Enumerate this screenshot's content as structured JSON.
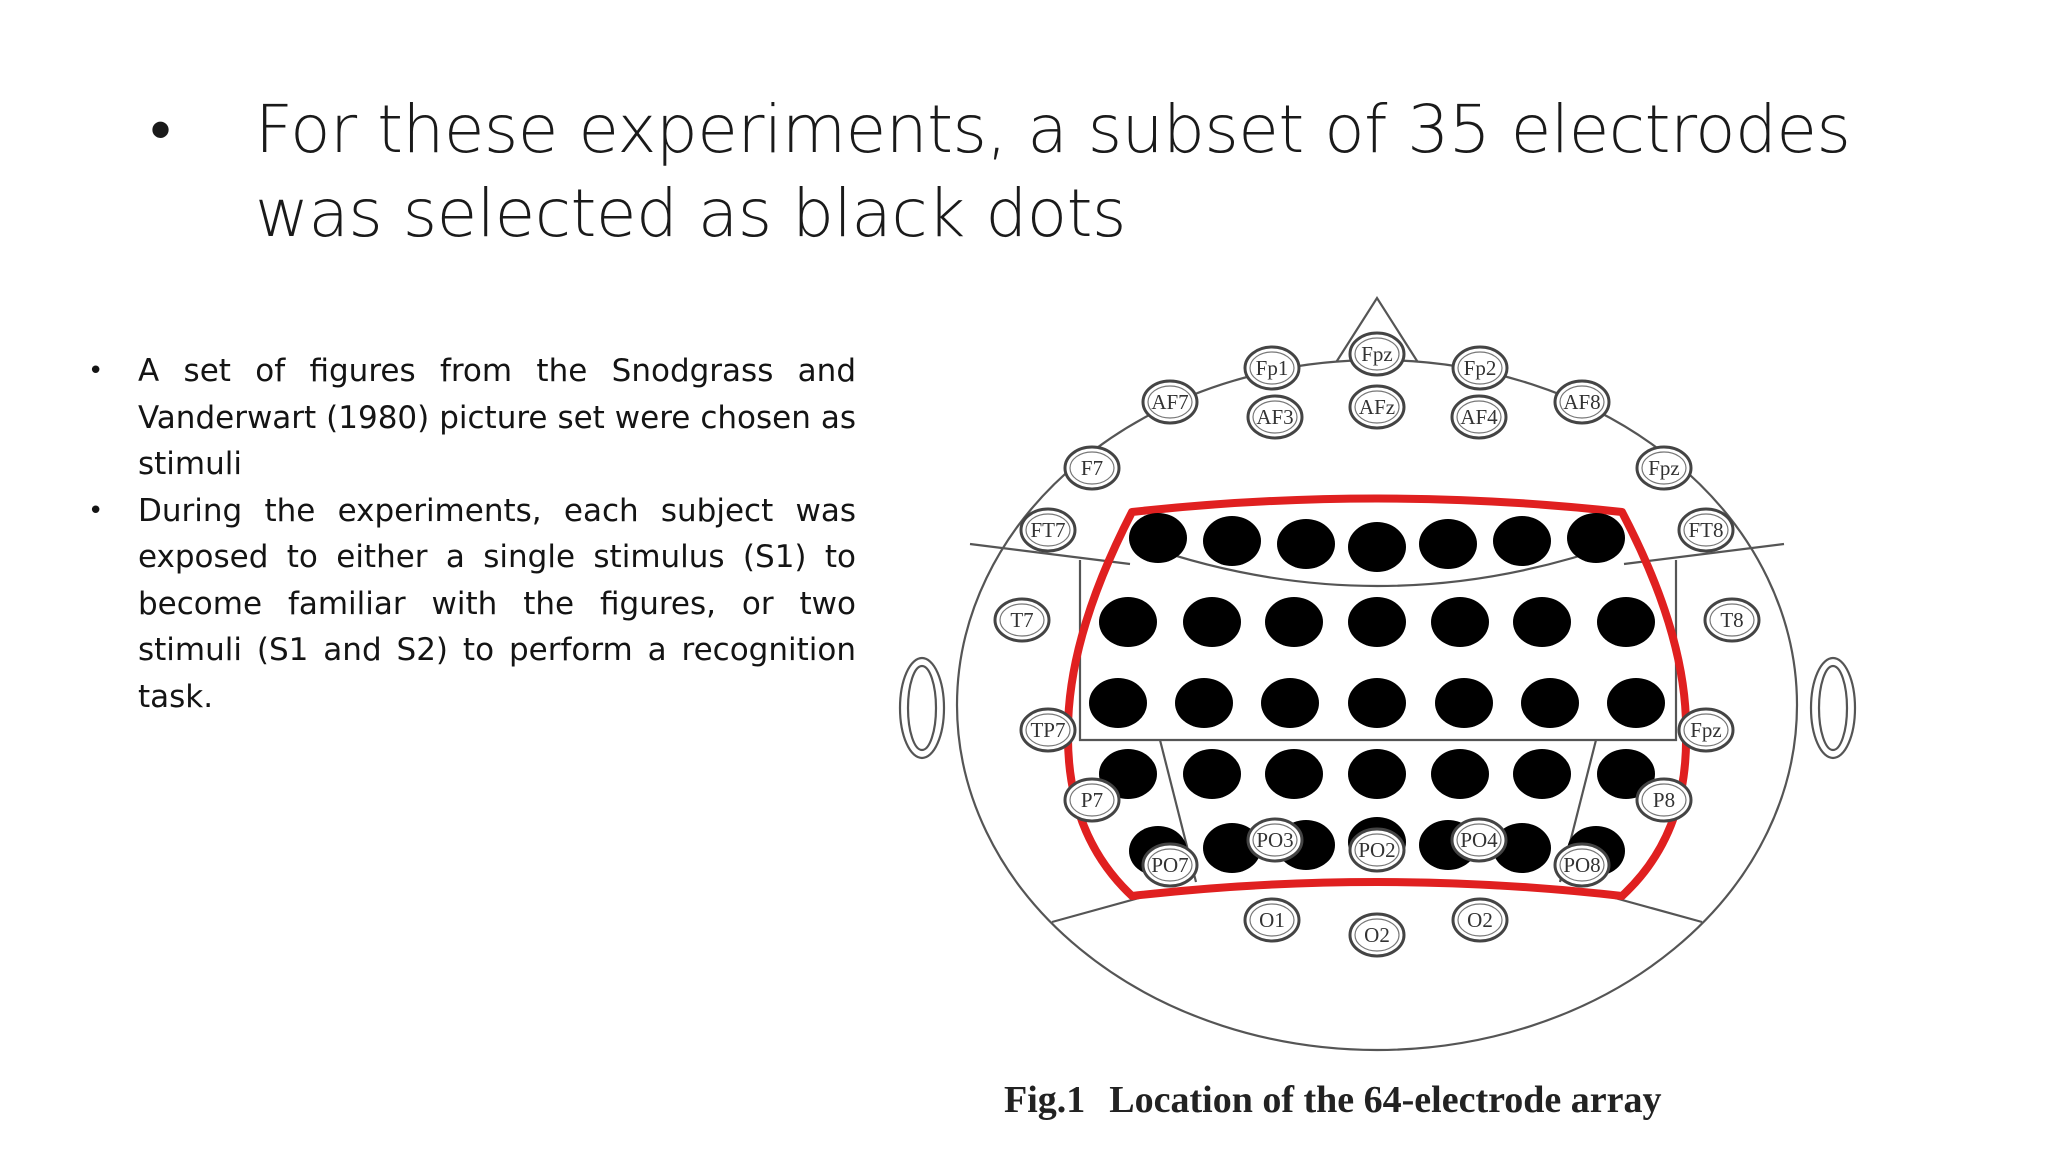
{
  "slide": {
    "title": "For these experiments, a subset of 35 electrodes was selected as black dots",
    "bullets": [
      "A set of figures from the Snodgrass and Vanderwart (1980) picture set were chosen as stimuli",
      "During the experiments, each subject was exposed to either a single stimulus (S1) to become familiar with the figures, or two stimuli (S1 and S2) to perform a recognition task."
    ]
  },
  "figure": {
    "number": "Fig.1",
    "caption": "Location of the 64-electrode array",
    "electrodes": [
      {
        "label": "Fpz"
      },
      {
        "label": "Fp1"
      },
      {
        "label": "Fp2"
      },
      {
        "label": "AF7"
      },
      {
        "label": "AF3"
      },
      {
        "label": "AFz"
      },
      {
        "label": "AF4"
      },
      {
        "label": "AF8"
      },
      {
        "label": "F7"
      },
      {
        "label": "Fpz"
      },
      {
        "label": "FT7"
      },
      {
        "label": "FT8"
      },
      {
        "label": "T7"
      },
      {
        "label": "T8"
      },
      {
        "label": "TP7"
      },
      {
        "label": "Fpz"
      },
      {
        "label": "P7"
      },
      {
        "label": "P8"
      },
      {
        "label": "PO7"
      },
      {
        "label": "PO3"
      },
      {
        "label": "PO2"
      },
      {
        "label": "PO4"
      },
      {
        "label": "PO8"
      },
      {
        "label": "O1"
      },
      {
        "label": "O2"
      },
      {
        "label": "O2"
      }
    ],
    "selected_rows": [
      7,
      7,
      7,
      7,
      7
    ],
    "colors": {
      "selection_outline": "#e02020",
      "dot": "#000000",
      "line": "#555555"
    }
  }
}
